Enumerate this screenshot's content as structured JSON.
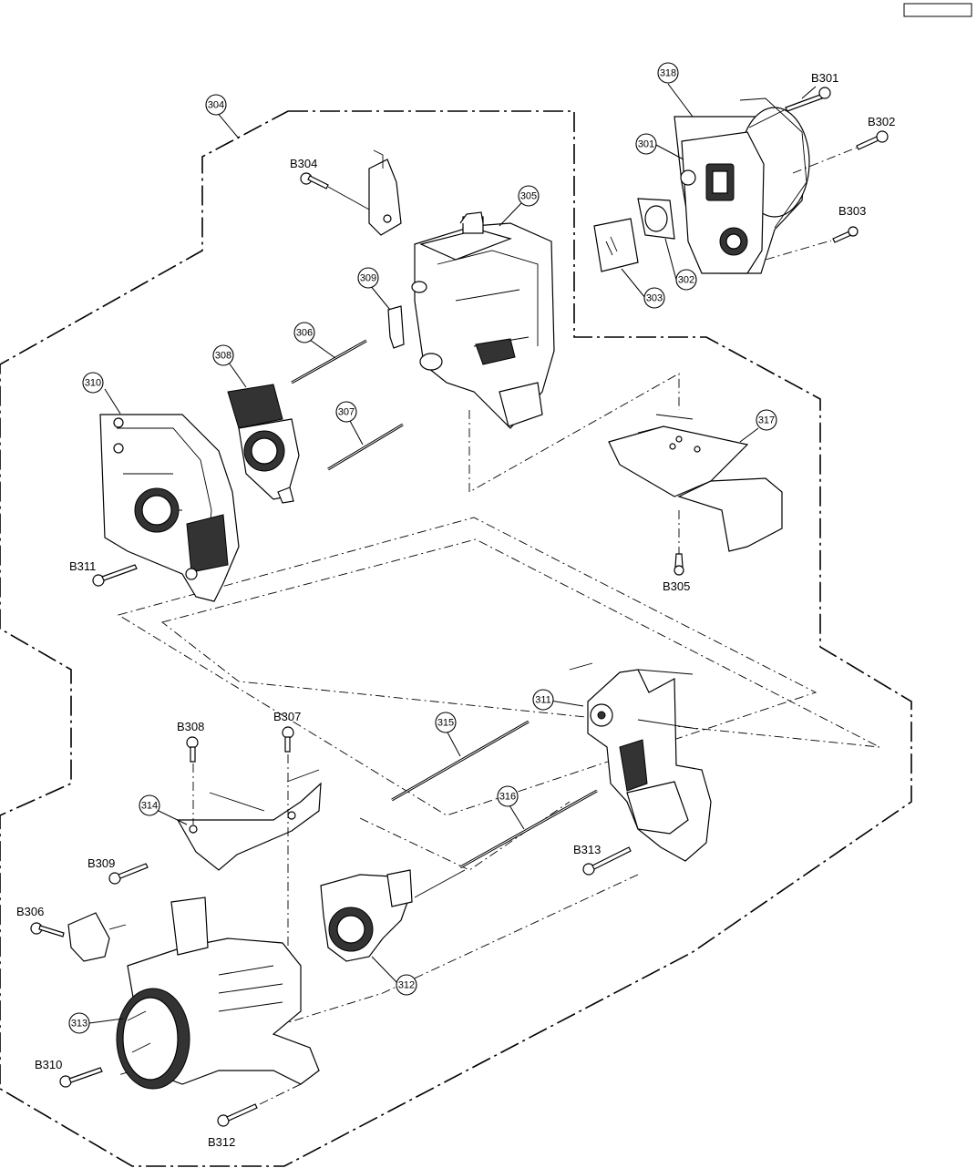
{
  "page_ref_box": "",
  "callouts": [
    {
      "id": "c318",
      "label": "318"
    },
    {
      "id": "c301",
      "label": "301"
    },
    {
      "id": "c302",
      "label": "302"
    },
    {
      "id": "c303",
      "label": "303"
    },
    {
      "id": "c304",
      "label": "304"
    },
    {
      "id": "c305",
      "label": "305"
    },
    {
      "id": "c309",
      "label": "309"
    },
    {
      "id": "c306",
      "label": "306"
    },
    {
      "id": "c308",
      "label": "308"
    },
    {
      "id": "c307",
      "label": "307"
    },
    {
      "id": "c310",
      "label": "310"
    },
    {
      "id": "c317",
      "label": "317"
    },
    {
      "id": "c311",
      "label": "311"
    },
    {
      "id": "c315",
      "label": "315"
    },
    {
      "id": "c316",
      "label": "316"
    },
    {
      "id": "c314",
      "label": "314"
    },
    {
      "id": "c312",
      "label": "312"
    },
    {
      "id": "c313",
      "label": "313"
    }
  ],
  "screws": [
    {
      "id": "B301",
      "label": "B301"
    },
    {
      "id": "B302",
      "label": "B302"
    },
    {
      "id": "B303",
      "label": "B303"
    },
    {
      "id": "B304",
      "label": "B304"
    },
    {
      "id": "B305",
      "label": "B305"
    },
    {
      "id": "B311",
      "label": "B311"
    },
    {
      "id": "B308",
      "label": "B308"
    },
    {
      "id": "B307",
      "label": "B307"
    },
    {
      "id": "B313",
      "label": "B313"
    },
    {
      "id": "B309",
      "label": "B309"
    },
    {
      "id": "B306",
      "label": "B306"
    },
    {
      "id": "B310",
      "label": "B310"
    },
    {
      "id": "B312",
      "label": "B312"
    }
  ]
}
